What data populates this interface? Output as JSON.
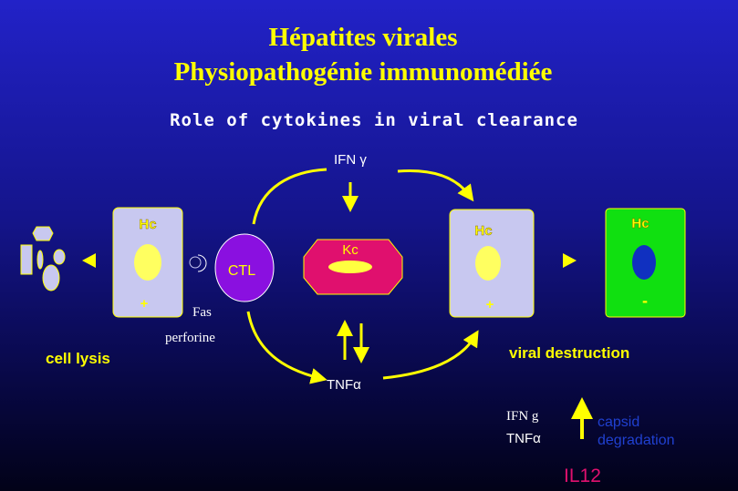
{
  "title": {
    "line1": "Hépatites virales",
    "line2": "Physiopathogénie immunomédiée"
  },
  "subtitle": "Role of cytokines  in viral clearance",
  "cells": {
    "hc_left": {
      "label": "Hc",
      "sign": "+"
    },
    "hc_mid": {
      "label": "Hc",
      "sign": "+"
    },
    "hc_right": {
      "label": "Hc",
      "sign": "-"
    },
    "ctl": {
      "label": "CTL"
    },
    "kc": {
      "label": "Kc"
    }
  },
  "labels": {
    "ifn_gamma": "IFN γ",
    "tnf_alpha": "TNFα",
    "fas": "Fas",
    "perforine": "perforine",
    "cell_lysis": "cell lysis",
    "viral_destruction": "viral destruction",
    "legend_ifn": "IFN g",
    "legend_tnf": "TNFα",
    "capsid_1": "capsid",
    "capsid_2": "degradation",
    "il12": "IL12"
  },
  "colors": {
    "yellow": "#ffff00",
    "hc_fill": "#c8c8f0",
    "ctl": "#8a10e0",
    "kc": "#e0106e",
    "green": "#10e010",
    "capsid": "#2040d0",
    "il12": "#e0106e"
  }
}
